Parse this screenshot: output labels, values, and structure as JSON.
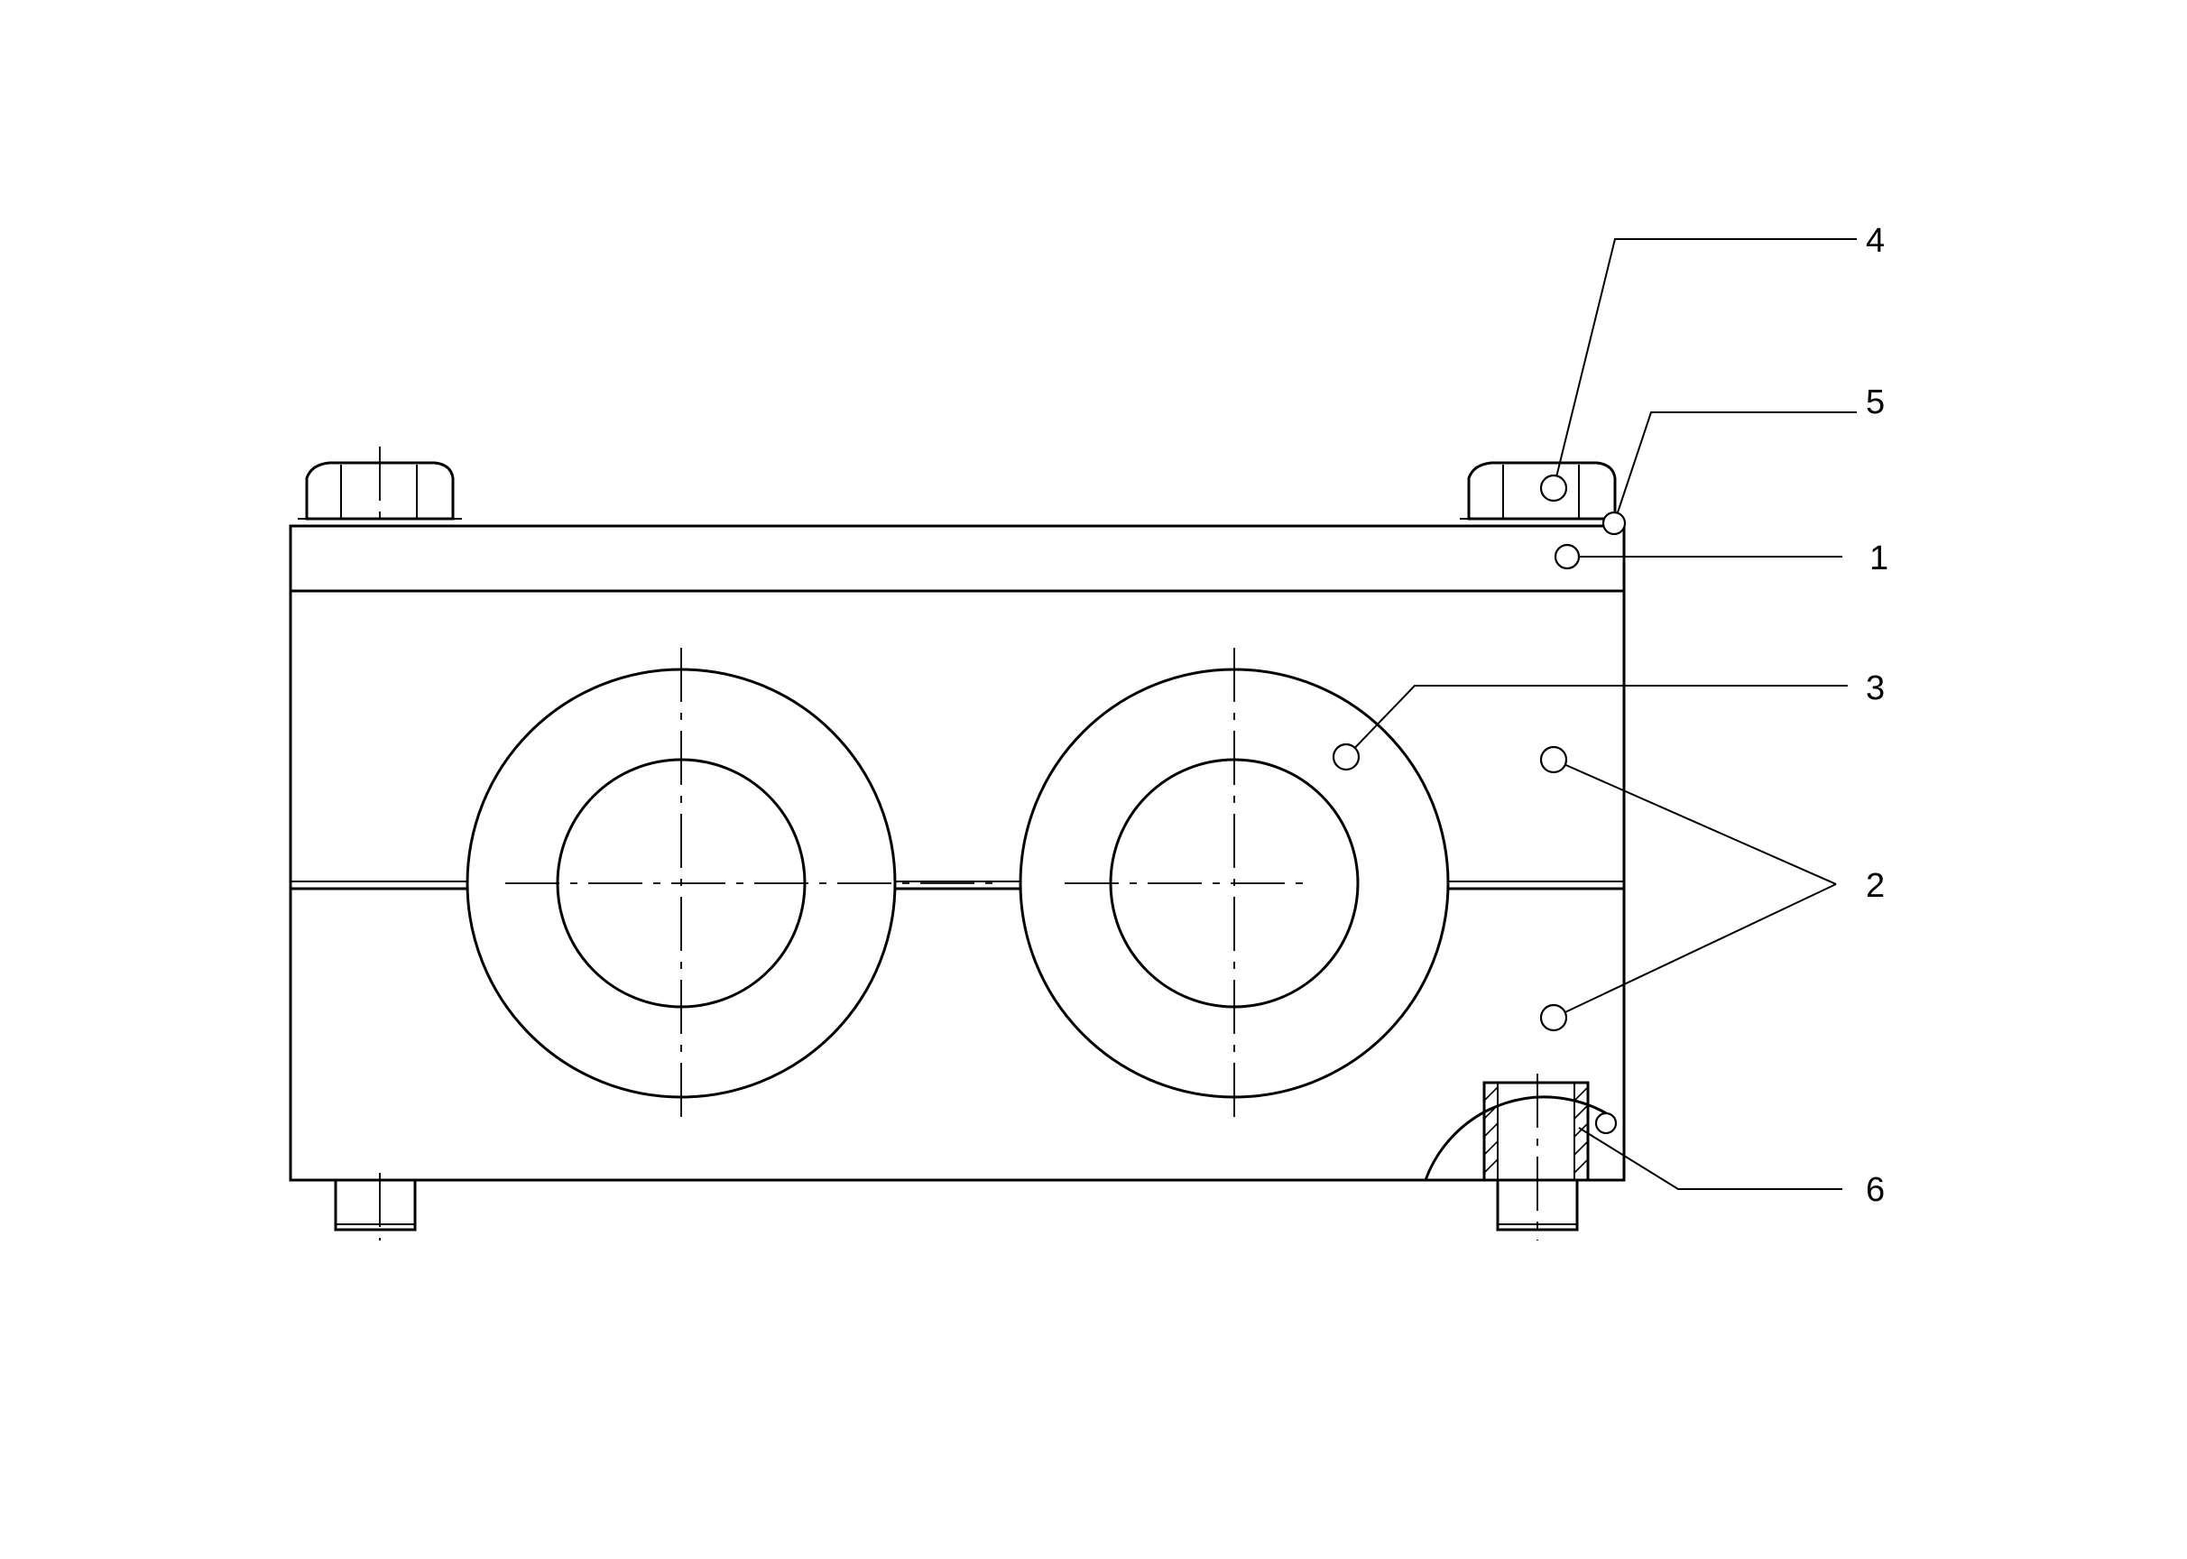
{
  "callouts": [
    {
      "id": "1",
      "label": "1"
    },
    {
      "id": "2",
      "label": "2"
    },
    {
      "id": "3",
      "label": "3"
    },
    {
      "id": "4",
      "label": "4"
    },
    {
      "id": "5",
      "label": "5"
    },
    {
      "id": "6",
      "label": "6"
    }
  ],
  "line_color": "#000000",
  "background_color": "#ffffff"
}
